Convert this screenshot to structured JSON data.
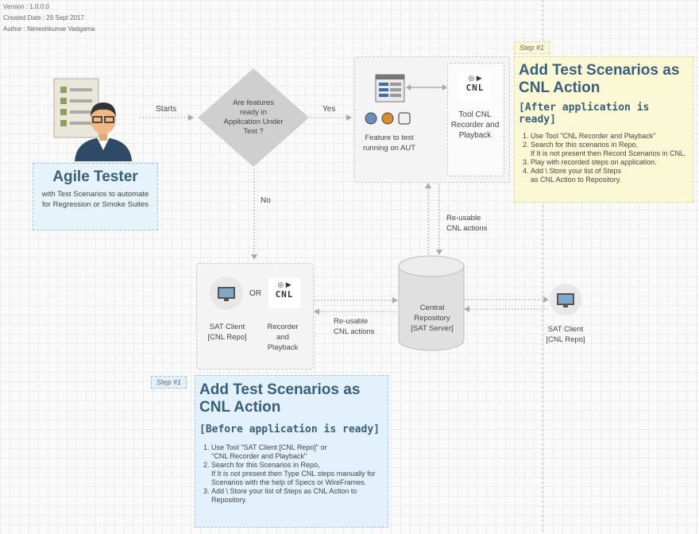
{
  "meta": {
    "version": "Version : 1.0.0.0",
    "created": "Created Date : 29 Sept 2017",
    "author": "Author : Nimeshkumar Vadgama"
  },
  "actor": {
    "title": "Agile Tester",
    "desc": "with Test Scenarios to automate for Regression or Smoke Suites"
  },
  "edges": {
    "starts": "Starts",
    "yes": "Yes",
    "no": "No",
    "reusable_top": "Re-usable CNL actions",
    "reusable_bottom": "Re-usable CNL actions"
  },
  "decision": {
    "text": "Are features ready in Application Under Test ?"
  },
  "aut_box": {
    "feature": "Feature to test running on AUT",
    "cnl_glyph": "CNL",
    "tool": "Tool CNL Recorder and Playback"
  },
  "step_top": {
    "tag": "Step #1",
    "title": "Add Test Scenarios as CNL Action",
    "subtitle": "[After application is ready]",
    "items": [
      "Use Tool \"CNL Recorder and Playback\"",
      "Search for this scenarios in Repo,\nIf It is not present then Record Scenarios in CNL.",
      "Play with recorded steps on application.",
      "Add \\ Store your list of Steps\nas CNL Action to Repository."
    ]
  },
  "client_box": {
    "or": "OR",
    "cnl_glyph": "CNL",
    "sat": "SAT Client [CNL Repo]",
    "recorder": "Recorder and Playback"
  },
  "repo": {
    "text": "Central Repository [SAT Server]"
  },
  "right_client": {
    "text": "SAT Client [CNL Repo]"
  },
  "step_bottom": {
    "tag": "Step #1",
    "title": "Add Test Scenarios as CNL Action",
    "subtitle": "[Before application is ready]",
    "items": [
      "Use Tool \"SAT Client [CNL Repo]\" or\n\"CNL Recorder and Playback\"",
      "Search for this Scenarios in Repo,\nIf It is not present then Type CNL steps manually for Scenarios with the help of Specs or WireFrames.",
      "Add \\ Store your list of Steps as CNL Action to Repository."
    ]
  },
  "icons": {
    "document": "document-icon",
    "person": "person-icon",
    "app_window": "app-window-icon",
    "browsers": "browser-icons",
    "cnl_tool": "cnl-tool-icon",
    "monitor": "monitor-icon",
    "database": "database-icon"
  },
  "colors": {
    "actor_bg": "#e6f3fb",
    "step_top_bg": "#fbf8d6",
    "step_bottom_bg": "#e2f1fb",
    "title": "#3a5f78",
    "decision": "#cfcfcf",
    "edge": "#aaaaaa"
  }
}
